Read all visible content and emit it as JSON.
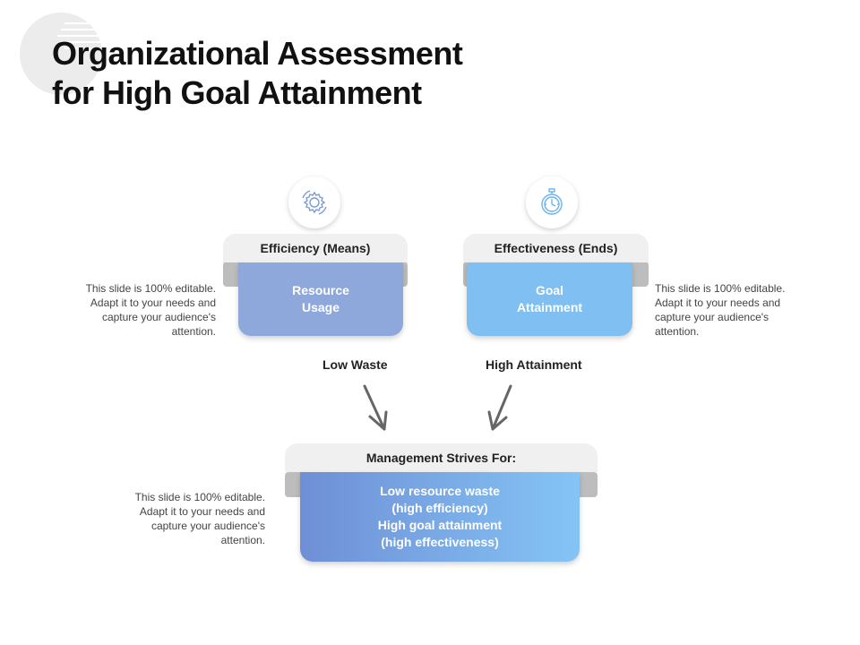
{
  "slide": {
    "title_line1": "Organizational Assessment",
    "title_line2": "for High Goal Attainment"
  },
  "efficiency": {
    "header": "Efficiency (Means)",
    "body_line1": "Resource",
    "body_line2": "Usage",
    "icon": "gear-icon",
    "note": "This slide is 100% editable. Adapt it to your needs and capture your audience's attention."
  },
  "effectiveness": {
    "header": "Effectiveness (Ends)",
    "body_line1": "Goal",
    "body_line2": "Attainment",
    "icon": "stopwatch-icon",
    "note": "This slide is 100% editable. Adapt it to your needs and capture your audience's attention."
  },
  "labels": {
    "low_waste": "Low Waste",
    "high_attainment": "High Attainment"
  },
  "management": {
    "header": "Management Strives For:",
    "line1": "Low resource waste",
    "line2": "(high efficiency)",
    "line3": "High goal attainment",
    "line4": "(high effectiveness)",
    "note": "This slide is 100% editable. Adapt it to your needs and capture your audience's attention."
  },
  "colors": {
    "efficiency_body": "#8ea8dc",
    "effectiveness_body": "#7fbff2",
    "management_gradient_start": "#6f8fd6",
    "management_gradient_end": "#84c4f5",
    "header_bg": "#f0f0f0",
    "back_tab": "#bdbdbd",
    "arrow": "#666666"
  }
}
